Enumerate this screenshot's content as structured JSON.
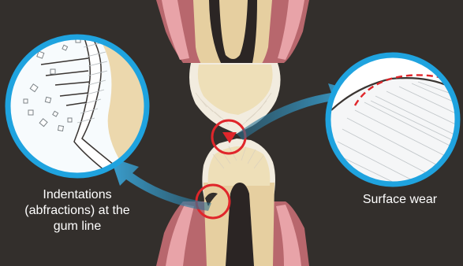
{
  "labels": {
    "abfraction": {
      "line1": "Indentations",
      "line2": "(abfractions) at the",
      "line3": "gum line"
    },
    "wear": "Surface wear"
  },
  "colors": {
    "background": "#332f2c",
    "lens_ring": "#1fa3df",
    "arrow": "#3a94bd",
    "gum": "#d9868c",
    "highlight_circle": "#e0262b",
    "dentin": "#eedfb8",
    "pulp": "#2b2524"
  }
}
